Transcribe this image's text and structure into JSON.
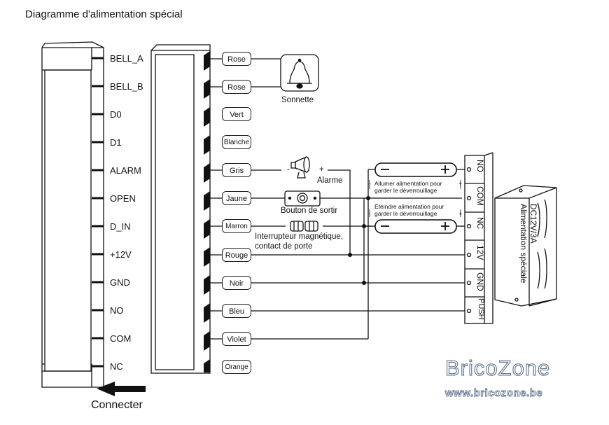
{
  "title": "Diagramme d'alimentation spécial",
  "controller_terminals": [
    "BELL_A",
    "BELL_B",
    "D0",
    "D1",
    "ALARM",
    "OPEN",
    "D_IN",
    "+12V",
    "GND",
    "NO",
    "COM",
    "NC"
  ],
  "wire_colors": [
    "Rose",
    "Rose",
    "Vert",
    "Blanche",
    "Gris",
    "Jaune",
    "Marron",
    "Rouge",
    "Noir",
    "Bleu",
    "Violet",
    "Orange"
  ],
  "devices": {
    "doorbell": "Sonnette",
    "alarm": "Alarme",
    "exit_button": "Bouton de sortir",
    "magnetic_contact_line1": "Interrupteur magnétique,",
    "magnetic_contact_line2": "contact de porte"
  },
  "lock_notes": {
    "fail_secure_line1": "Allumer alimentation pour",
    "fail_secure_line2": "garder le déverrouillage",
    "fail_safe_line1": "Éteindre alimentation pour",
    "fail_safe_line2": "garder le déverrouillage",
    "minus": "-",
    "plus": "+"
  },
  "power_supply": {
    "terminals": [
      "NO",
      "COM",
      "NC",
      "12V",
      "GND",
      "PUSH"
    ],
    "label_line1": "DC12V/3A",
    "label_line2": "Alimentation spéciale"
  },
  "connector_label": "Connecter",
  "brand": {
    "name": "BricoZone",
    "url": "www.bricozone.be"
  }
}
